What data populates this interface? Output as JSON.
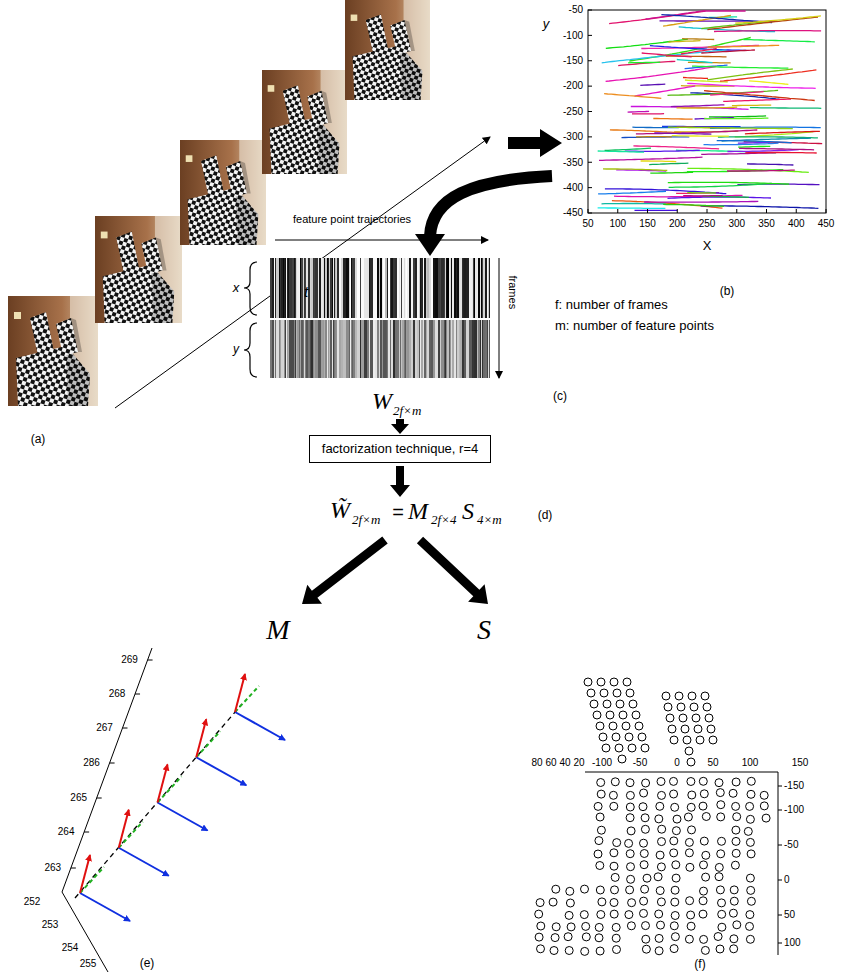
{
  "diagram": {
    "nodes": [
      {
        "text": [
          "factorization technique, r=4"
        ]
      }
    ],
    "labels": [
      "(a)",
      "t",
      "y",
      "-50",
      "-100",
      "-150",
      "-200",
      "-250",
      "-300",
      "-350",
      "-400",
      "-450",
      "50",
      "100",
      "150",
      "200",
      "250",
      "300",
      "350",
      "400",
      "450",
      "X",
      "(b)",
      "feature point trajectories",
      "x",
      "y",
      "frames",
      "W",
      "2f×m",
      "(c)",
      "f: number of frames",
      "m: number of feature points",
      "W̃",
      "2f×m",
      "=",
      "M",
      "2f×4",
      "S",
      "4×m",
      "(d)",
      "M",
      "S",
      "269",
      "268",
      "267",
      "286",
      "265",
      "264",
      "263",
      "252",
      "253",
      "254",
      "255",
      "(e)",
      "80",
      "60",
      "40",
      "20",
      "-100",
      "-50",
      "0",
      "50",
      "100",
      "150",
      "-150",
      "-100",
      "-50",
      "0",
      "50",
      "100",
      "(f)"
    ]
  }
}
